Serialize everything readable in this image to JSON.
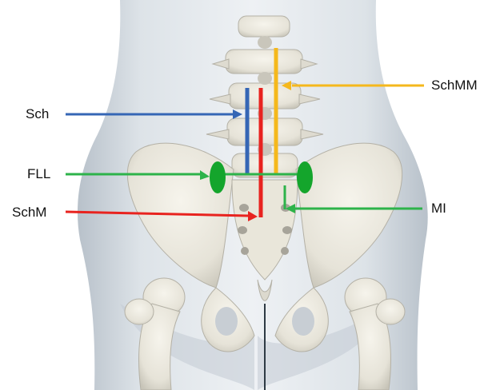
{
  "labels": {
    "sch": "Sch",
    "fll": "FLL",
    "schm": "SchM",
    "schmm": "SchMM",
    "mi": "MI"
  },
  "colors": {
    "sch": "#3566b5",
    "fll": "#2db34a",
    "schm": "#e8231f",
    "schmm": "#f5b81c",
    "mi": "#2db34a",
    "bone": "#ece9df",
    "bone_shadow": "#b9b7ad",
    "body": "#d7dde3",
    "body_shadow": "#a9b2bb"
  },
  "icons": {
    "figure": "lumbar-spine-and-pelvis-illustration",
    "landmark": "green-ellipse-marker"
  }
}
